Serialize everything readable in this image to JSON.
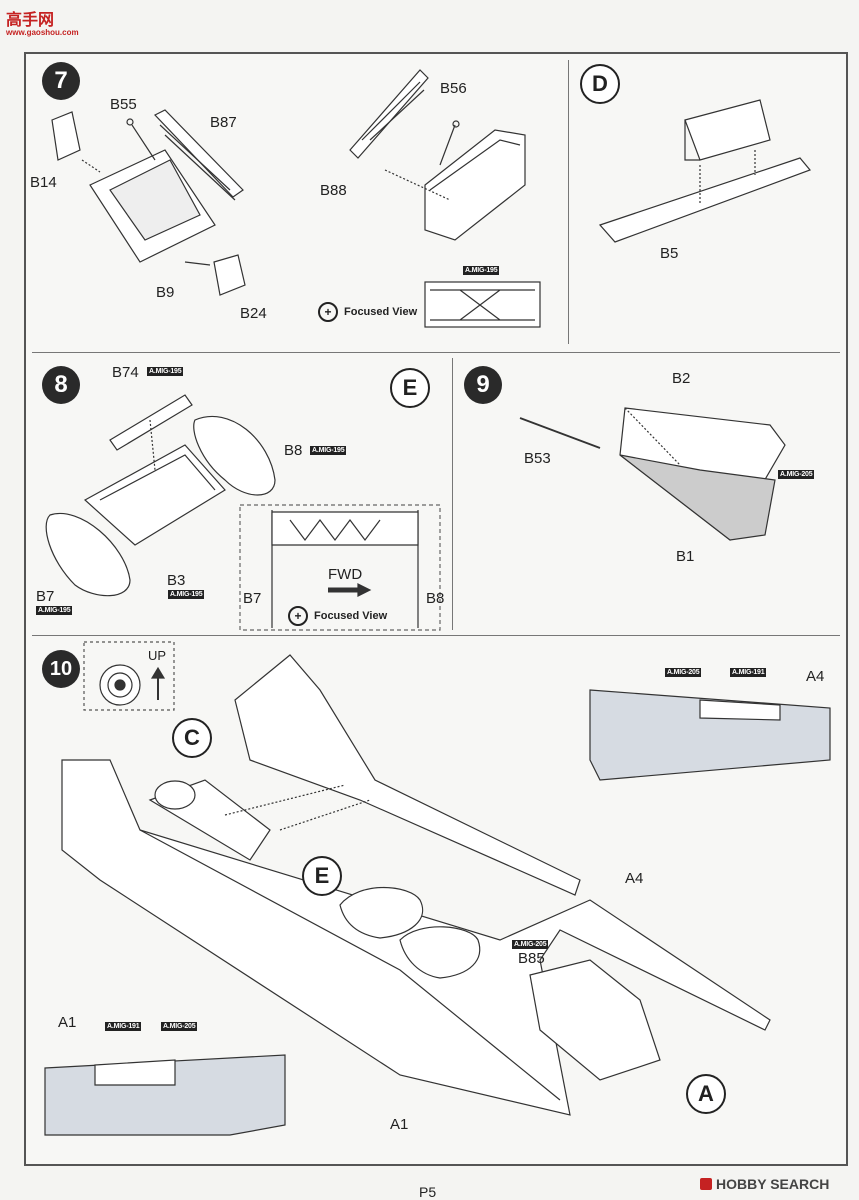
{
  "site_logo": {
    "chars": "高手网",
    "url_text": "www.gaoshou.com"
  },
  "steps": {
    "s7": {
      "number": "7",
      "labels": {
        "b55": "B55",
        "b87": "B87",
        "b14": "B14",
        "b9": "B9",
        "b24": "B24",
        "b56": "B56",
        "b88": "B88"
      },
      "tag": "A.MIG-195",
      "focused": "Focused View"
    },
    "sD": {
      "letter": "D",
      "labels": {
        "b5": "B5"
      }
    },
    "s8": {
      "number": "8",
      "letter": "E",
      "labels": {
        "b74": "B74",
        "b8": "B8",
        "b7": "B7",
        "b3": "B3",
        "b7b": "B7",
        "b8b": "B8"
      },
      "tags": {
        "b74": "A.MIG-195",
        "b8": "A.MIG-195",
        "b7": "A.MIG-195",
        "b3": "A.MIG-195"
      },
      "fwd": "FWD",
      "focused": "Focused View"
    },
    "s9": {
      "number": "9",
      "labels": {
        "b2": "B2",
        "b53": "B53",
        "b1": "B1"
      },
      "tag": "A.MIG-205"
    },
    "s10": {
      "number": "10",
      "up": "UP",
      "letters": {
        "c": "C",
        "e": "E",
        "a": "A"
      },
      "labels": {
        "a4": "A4",
        "a4b": "A4",
        "b85": "B85",
        "a1": "A1",
        "a1b": "A1"
      },
      "tags": {
        "a4_205": "A.MIG-205",
        "a4_191": "A.MIG-191",
        "b85": "A.MIG-205",
        "a1_191": "A.MIG-191",
        "a1_205": "A.MIG-205"
      }
    }
  },
  "footer": {
    "page": "P5",
    "brand": "HOBBY SEARCH"
  }
}
